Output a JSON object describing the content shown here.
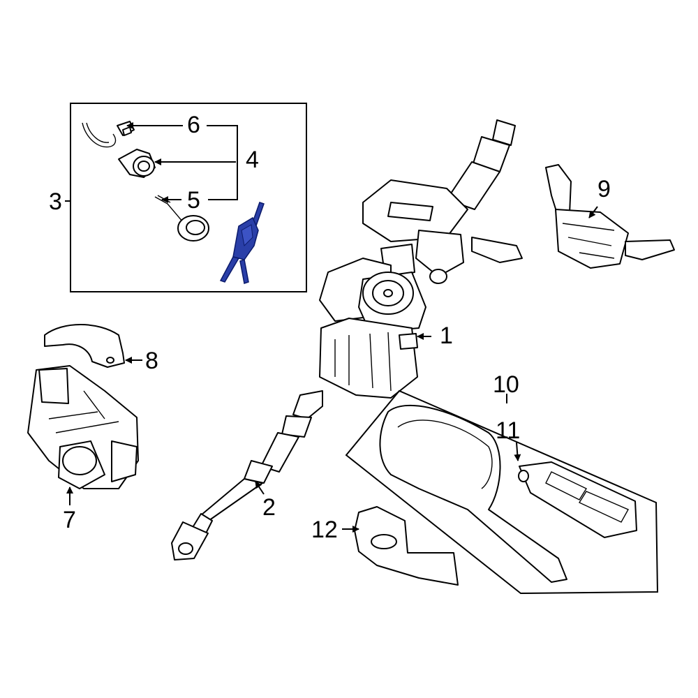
{
  "diagram": {
    "highlight_color": "#2a3fa8",
    "callouts": {
      "c1": "1",
      "c2": "2",
      "c3": "3",
      "c4": "4",
      "c5": "5",
      "c6": "6",
      "c7": "7",
      "c8": "8",
      "c9": "9",
      "c10": "10",
      "c11": "11",
      "c12": "12"
    }
  }
}
